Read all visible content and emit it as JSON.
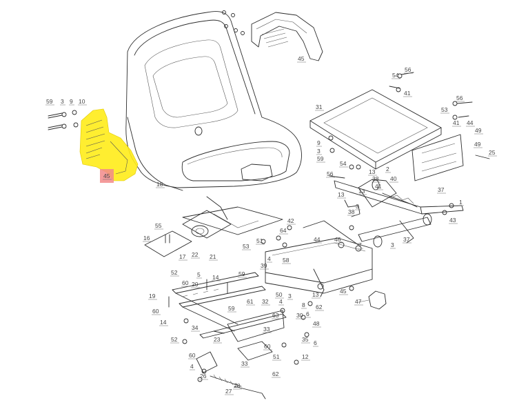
{
  "diagram": {
    "highlight_color": "#ffec1a",
    "marker_color": "#f28a8a",
    "highlighted_part": {
      "label": "45"
    },
    "labels": [
      "59",
      "3",
      "9",
      "10",
      "45",
      "18",
      "45",
      "54",
      "56",
      "41",
      "31",
      "56",
      "53",
      "41",
      "44",
      "49",
      "49",
      "25",
      "9",
      "3",
      "59",
      "54",
      "56",
      "13",
      "2",
      "13",
      "38",
      "41",
      "40",
      "37",
      "1",
      "43",
      "13",
      "38",
      "3",
      "55",
      "16",
      "22",
      "42",
      "64",
      "51",
      "53",
      "17",
      "21",
      "44",
      "4",
      "58",
      "46",
      "7",
      "39",
      "30",
      "6",
      "62",
      "3",
      "37",
      "52",
      "5",
      "60",
      "20",
      "14",
      "59",
      "19",
      "60",
      "14",
      "34",
      "59",
      "61",
      "32",
      "50",
      "3",
      "8",
      "48",
      "52",
      "4",
      "23",
      "60",
      "4",
      "26",
      "51",
      "12",
      "27",
      "28",
      "45",
      "13",
      "47",
      "6",
      "62",
      "60",
      "35",
      "33",
      "63",
      "33"
    ]
  }
}
